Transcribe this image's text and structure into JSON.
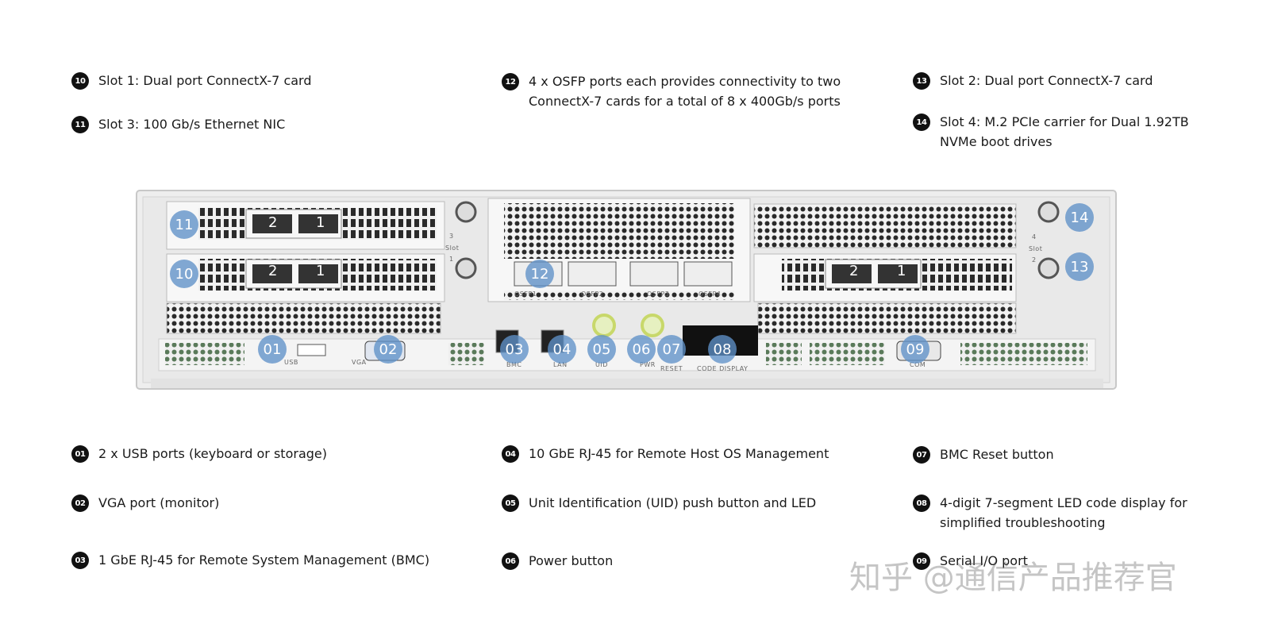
{
  "legend_top": [
    {
      "num": "10",
      "text": "Slot 1: Dual port ConnectX-7 card"
    },
    {
      "num": "11",
      "text": "Slot 3: 100 Gb/s Ethernet NIC"
    },
    {
      "num": "12",
      "text": "4 x OSFP ports each provides connectivity to two\nConnectX-7 cards for a total of 8 x 400Gb/s ports"
    },
    {
      "num": "13",
      "text": "Slot 2: Dual port ConnectX-7 card"
    },
    {
      "num": "14",
      "text": "Slot 4: M.2 PCIe carrier for Dual 1.92TB\nNVMe boot drives"
    }
  ],
  "legend_bottom": [
    {
      "num": "01",
      "text": "2 x USB ports (keyboard or storage)"
    },
    {
      "num": "02",
      "text": "VGA port (monitor)"
    },
    {
      "num": "03",
      "text": "1 GbE RJ-45 for Remote System Management (BMC)"
    },
    {
      "num": "04",
      "text": "10 GbE RJ-45 for Remote Host OS Management"
    },
    {
      "num": "05",
      "text": "Unit Identification (UID) push button and LED"
    },
    {
      "num": "06",
      "text": "Power button"
    },
    {
      "num": "07",
      "text": "BMC Reset button"
    },
    {
      "num": "08",
      "text": "4-digit 7-segment LED code display for\nsimplified troubleshooting"
    },
    {
      "num": "09",
      "text": "Serial I/O port"
    }
  ],
  "callouts": [
    "01",
    "02",
    "03",
    "04",
    "05",
    "06",
    "07",
    "08",
    "09",
    "10",
    "11",
    "12",
    "13",
    "14"
  ],
  "port_labels": {
    "usb": "USB",
    "vga": "VGA",
    "bmc": "BMC",
    "lan": "LAN",
    "uid": "UID",
    "pwr": "PWR",
    "reset": "RESET",
    "code_display": "CODE DISPLAY",
    "com": "COM",
    "slot": "Slot",
    "slot4": "4",
    "slot3": "3",
    "slot2": "2",
    "slot1": "1",
    "osfp": [
      "OSFP1",
      "OSFP2",
      "OSFP3",
      "OSFP4"
    ]
  },
  "nic_port_numbers": [
    "2",
    "1"
  ],
  "watermark": "知乎 @通信产品推荐官",
  "colors": {
    "callout": "#5f91c8",
    "dot": "#111111",
    "chassis": "#eeeeee",
    "vent": "#2a2a2a",
    "uid_ring": "#c8d86a"
  }
}
